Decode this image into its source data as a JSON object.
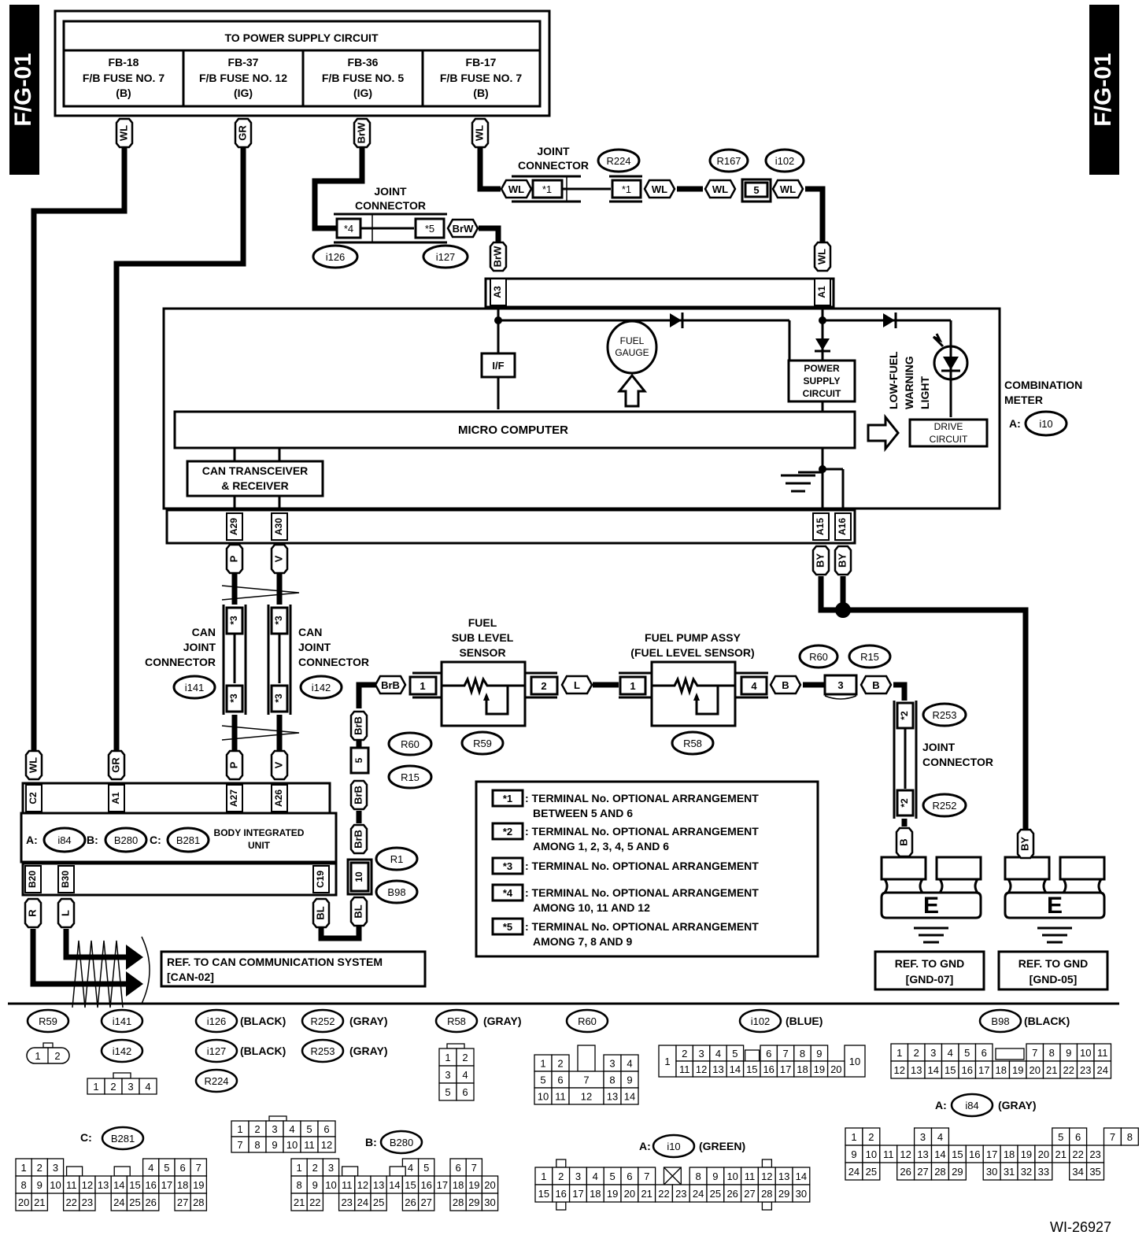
{
  "page": {
    "side_tab_left": "F/G-01",
    "side_tab_right": "F/G-01",
    "figure_id": "WI-26927",
    "colors": {
      "ink": "#000000",
      "paper": "#ffffff"
    }
  },
  "power_supply": {
    "title": "TO POWER SUPPLY CIRCUIT",
    "fuses": [
      {
        "id": "FB-18",
        "name": "F/B FUSE NO. 7",
        "type": "(B)",
        "wire": "WL"
      },
      {
        "id": "FB-37",
        "name": "F/B FUSE NO. 12",
        "type": "(IG)",
        "wire": "GR"
      },
      {
        "id": "FB-36",
        "name": "F/B FUSE NO. 5",
        "type": "(IG)",
        "wire": "BrW"
      },
      {
        "id": "FB-17",
        "name": "F/B FUSE NO. 7",
        "type": "(B)",
        "wire": "WL"
      }
    ]
  },
  "joint_connector_top_left": {
    "label_1": "JOINT",
    "label_2": "CONNECTOR",
    "term_left": "*4",
    "term_right": "*5",
    "wire_out": "BrW",
    "conn_left": "i126",
    "conn_right": "i127"
  },
  "joint_connector_top_right": {
    "label_1": "JOINT",
    "label_2": "CONNECTOR",
    "conn": "R224",
    "wire_in": "WL",
    "term_left": "*1",
    "term_right": "*1",
    "wire_out": "WL"
  },
  "inline_r167_i102": {
    "conn_a": "R167",
    "conn_b": "i102",
    "wire_in": "WL",
    "term": "5",
    "wire_out": "WL"
  },
  "combination_meter": {
    "title_1": "COMBINATION",
    "title_2": "METER",
    "conn_prefix": "A:",
    "conn": "i10",
    "pins_top": [
      {
        "pin": "A3",
        "wire": "BrW"
      },
      {
        "pin": "A1",
        "wire": "WL"
      }
    ],
    "pins_bottom": [
      {
        "pin": "A29",
        "wire": "P"
      },
      {
        "pin": "A30",
        "wire": "V"
      },
      {
        "pin": "A15",
        "wire": "BY"
      },
      {
        "pin": "A16",
        "wire": "BY"
      }
    ],
    "blocks": {
      "if": "I/F",
      "fuel_gauge_1": "FUEL",
      "fuel_gauge_2": "GAUGE",
      "power_supply_1": "POWER",
      "power_supply_2": "SUPPLY",
      "power_supply_3": "CIRCUIT",
      "micro": "MICRO COMPUTER",
      "can_1": "CAN TRANSCEIVER",
      "can_2": "& RECEIVER",
      "drive_1": "DRIVE",
      "drive_2": "CIRCUIT",
      "warning_1": "LOW-FUEL",
      "warning_2": "WARNING",
      "warning_3": "LIGHT"
    }
  },
  "can_joints": [
    {
      "label_1": "CAN",
      "label_2": "JOINT",
      "label_3": "CONNECTOR",
      "conn": "i141",
      "term": "*3",
      "wire": "P"
    },
    {
      "label_1": "CAN",
      "label_2": "JOINT",
      "label_3": "CONNECTOR",
      "conn": "i142",
      "term": "*3",
      "wire": "V"
    }
  ],
  "body_integrated_unit": {
    "title_1": "BODY INTEGRATED",
    "title_2": "UNIT",
    "conns": [
      {
        "prefix": "A:",
        "id": "i84"
      },
      {
        "prefix": "B:",
        "id": "B280"
      },
      {
        "prefix": "C:",
        "id": "B281"
      }
    ],
    "pins_top": [
      {
        "pin": "C2",
        "wire": "WL"
      },
      {
        "pin": "A1",
        "wire": "GR"
      },
      {
        "pin": "A27",
        "wire": "P"
      },
      {
        "pin": "A26",
        "wire": "V"
      }
    ],
    "pins_bottom": [
      {
        "pin": "B20",
        "wire": "R"
      },
      {
        "pin": "B30",
        "wire": "L"
      },
      {
        "pin": "C19",
        "wire": "BL"
      }
    ]
  },
  "can_ref": {
    "line_1": "REF. TO CAN COMMUNICATION SYSTEM",
    "line_2": "[CAN-02]"
  },
  "left_chain": {
    "r60_r15": {
      "conn_a": "R60",
      "conn_b": "R15",
      "term": "5",
      "wire_top": "BrB",
      "wire_bottom": "BrB"
    },
    "r1_b98": {
      "conn_a": "R1",
      "conn_b": "B98",
      "term": "10",
      "wire_top": "BrB",
      "wire_bottom": "BL"
    }
  },
  "fuel_sub_sensor": {
    "title_1": "FUEL",
    "title_2": "SUB LEVEL",
    "title_3": "SENSOR",
    "conn": "R59",
    "wire_in": "BrB",
    "term_in": "1",
    "term_out": "2",
    "wire_out": "L"
  },
  "fuel_pump": {
    "title_1": "FUEL PUMP ASSY",
    "title_2": "(FUEL LEVEL SENSOR)",
    "conn": "R58",
    "term_in": "1",
    "term_out": "4",
    "wire_out": "B"
  },
  "inline_r60_r15_right": {
    "conn_a": "R60",
    "conn_b": "R15",
    "term": "3",
    "wire_out": "B"
  },
  "joint_connector_right": {
    "label_1": "JOINT",
    "label_2": "CONNECTOR",
    "conn_top": "R253",
    "conn_bottom": "R252",
    "term": "*2",
    "wire_out": "B"
  },
  "grounds": [
    {
      "label": "E",
      "wire": "B",
      "ref_1": "REF. TO GND",
      "ref_2": "[GND-07]"
    },
    {
      "label": "E",
      "wire": "BY",
      "ref_1": "REF. TO GND",
      "ref_2": "[GND-05]"
    }
  ],
  "legend": [
    {
      "key": "*1",
      "line_1": ": TERMINAL No. OPTIONAL ARRANGEMENT",
      "line_2": "BETWEEN 5 AND 6"
    },
    {
      "key": "*2",
      "line_1": ": TERMINAL No. OPTIONAL ARRANGEMENT",
      "line_2": "AMONG 1, 2, 3, 4, 5 AND 6"
    },
    {
      "key": "*3",
      "line_1": ": TERMINAL No. OPTIONAL ARRANGEMENT",
      "line_2": ""
    },
    {
      "key": "*4",
      "line_1": ": TERMINAL No. OPTIONAL ARRANGEMENT",
      "line_2": "AMONG 10, 11 AND 12"
    },
    {
      "key": "*5",
      "line_1": ": TERMINAL No. OPTIONAL ARRANGEMENT",
      "line_2": "AMONG 7, 8 AND 9"
    }
  ],
  "connector_views": {
    "r59": {
      "id": "R59",
      "pins": [
        "1",
        "2"
      ]
    },
    "i141_i142": {
      "id_a": "i141",
      "id_b": "i142",
      "pins": [
        "1",
        "2",
        "3",
        "4"
      ]
    },
    "joint_group": [
      {
        "id": "i126",
        "color": "(BLACK)"
      },
      {
        "id": "R252",
        "color": "(GRAY)"
      },
      {
        "id": "i127",
        "color": "(BLACK)"
      },
      {
        "id": "R253",
        "color": "(GRAY)"
      },
      {
        "id": "R224",
        "color": ""
      }
    ],
    "joint_pins_row1": [
      "1",
      "2",
      "3",
      "4",
      "5",
      "6"
    ],
    "joint_pins_row2": [
      "7",
      "8",
      "9",
      "10",
      "11",
      "12"
    ],
    "r58": {
      "id": "R58",
      "color": "(GRAY)",
      "rows": [
        [
          "1",
          "2"
        ],
        [
          "3",
          "4"
        ],
        [
          "5",
          "6"
        ]
      ]
    },
    "r60": {
      "id": "R60",
      "rows": [
        [
          "1",
          "2",
          "",
          "3",
          "4"
        ],
        [
          "5",
          "6",
          "7",
          "8",
          "9"
        ],
        [
          "10",
          "11",
          "12",
          "13",
          "14"
        ]
      ]
    },
    "i102": {
      "id": "i102",
      "color": "(BLUE)",
      "row1": [
        "2",
        "3",
        "4",
        "5",
        "",
        "6",
        "7",
        "8",
        "9"
      ],
      "row2": [
        "11",
        "12",
        "13",
        "14",
        "15",
        "16",
        "17",
        "18",
        "19",
        "20"
      ],
      "end_left": "1",
      "end_right": "10"
    },
    "b98": {
      "id": "B98",
      "color": "(BLACK)",
      "row1": [
        "1",
        "2",
        "3",
        "4",
        "5",
        "6",
        "",
        "7",
        "8",
        "9",
        "10",
        "11"
      ],
      "row2": [
        "12",
        "13",
        "14",
        "15",
        "16",
        "17",
        "18",
        "19",
        "20",
        "21",
        "22",
        "23",
        "24"
      ]
    },
    "i84": {
      "prefix": "A:",
      "id": "i84",
      "color": "(GRAY)",
      "row1": [
        "1",
        "2",
        "",
        "3",
        "4",
        "",
        "",
        "",
        "",
        "5",
        "6",
        "",
        "7",
        "8"
      ],
      "row2": [
        "9",
        "10",
        "11",
        "12",
        "13",
        "14",
        "15",
        "16",
        "17",
        "18",
        "19",
        "20",
        "21",
        "22",
        "23"
      ],
      "row3": [
        "24",
        "25",
        "",
        "26",
        "27",
        "28",
        "29",
        "",
        "30",
        "31",
        "32",
        "33",
        "",
        "34",
        "35"
      ]
    },
    "b281": {
      "prefix": "C:",
      "id": "B281",
      "row1": [
        "1",
        "2",
        "3",
        "",
        "",
        "",
        "",
        "",
        "4",
        "5",
        "6",
        "7"
      ],
      "row2": [
        "8",
        "9",
        "10",
        "11",
        "12",
        "13",
        "14",
        "15",
        "16",
        "17",
        "18",
        "19"
      ],
      "row3": [
        "20",
        "21",
        "",
        "22",
        "23",
        "",
        "24",
        "25",
        "26",
        "",
        "27",
        "28"
      ]
    },
    "b280": {
      "prefix": "B:",
      "id": "B280",
      "row1": [
        "1",
        "2",
        "3",
        "",
        "",
        "",
        "",
        "4",
        "5",
        "",
        "6",
        "7"
      ],
      "row2": [
        "8",
        "9",
        "10",
        "11",
        "12",
        "13",
        "14",
        "15",
        "16",
        "17",
        "18",
        "19",
        "20"
      ],
      "row3": [
        "21",
        "22",
        "",
        "23",
        "24",
        "25",
        "",
        "26",
        "27",
        "",
        "28",
        "29",
        "30"
      ]
    },
    "i10": {
      "prefix": "A:",
      "id": "i10",
      "color": "(GREEN)",
      "row1": [
        "1",
        "2",
        "3",
        "4",
        "5",
        "6",
        "7",
        "X",
        "8",
        "9",
        "10",
        "11",
        "12",
        "13",
        "14"
      ],
      "row2": [
        "15",
        "16",
        "17",
        "18",
        "19",
        "20",
        "21",
        "22",
        "23",
        "24",
        "25",
        "26",
        "27",
        "28",
        "29",
        "30"
      ]
    }
  }
}
